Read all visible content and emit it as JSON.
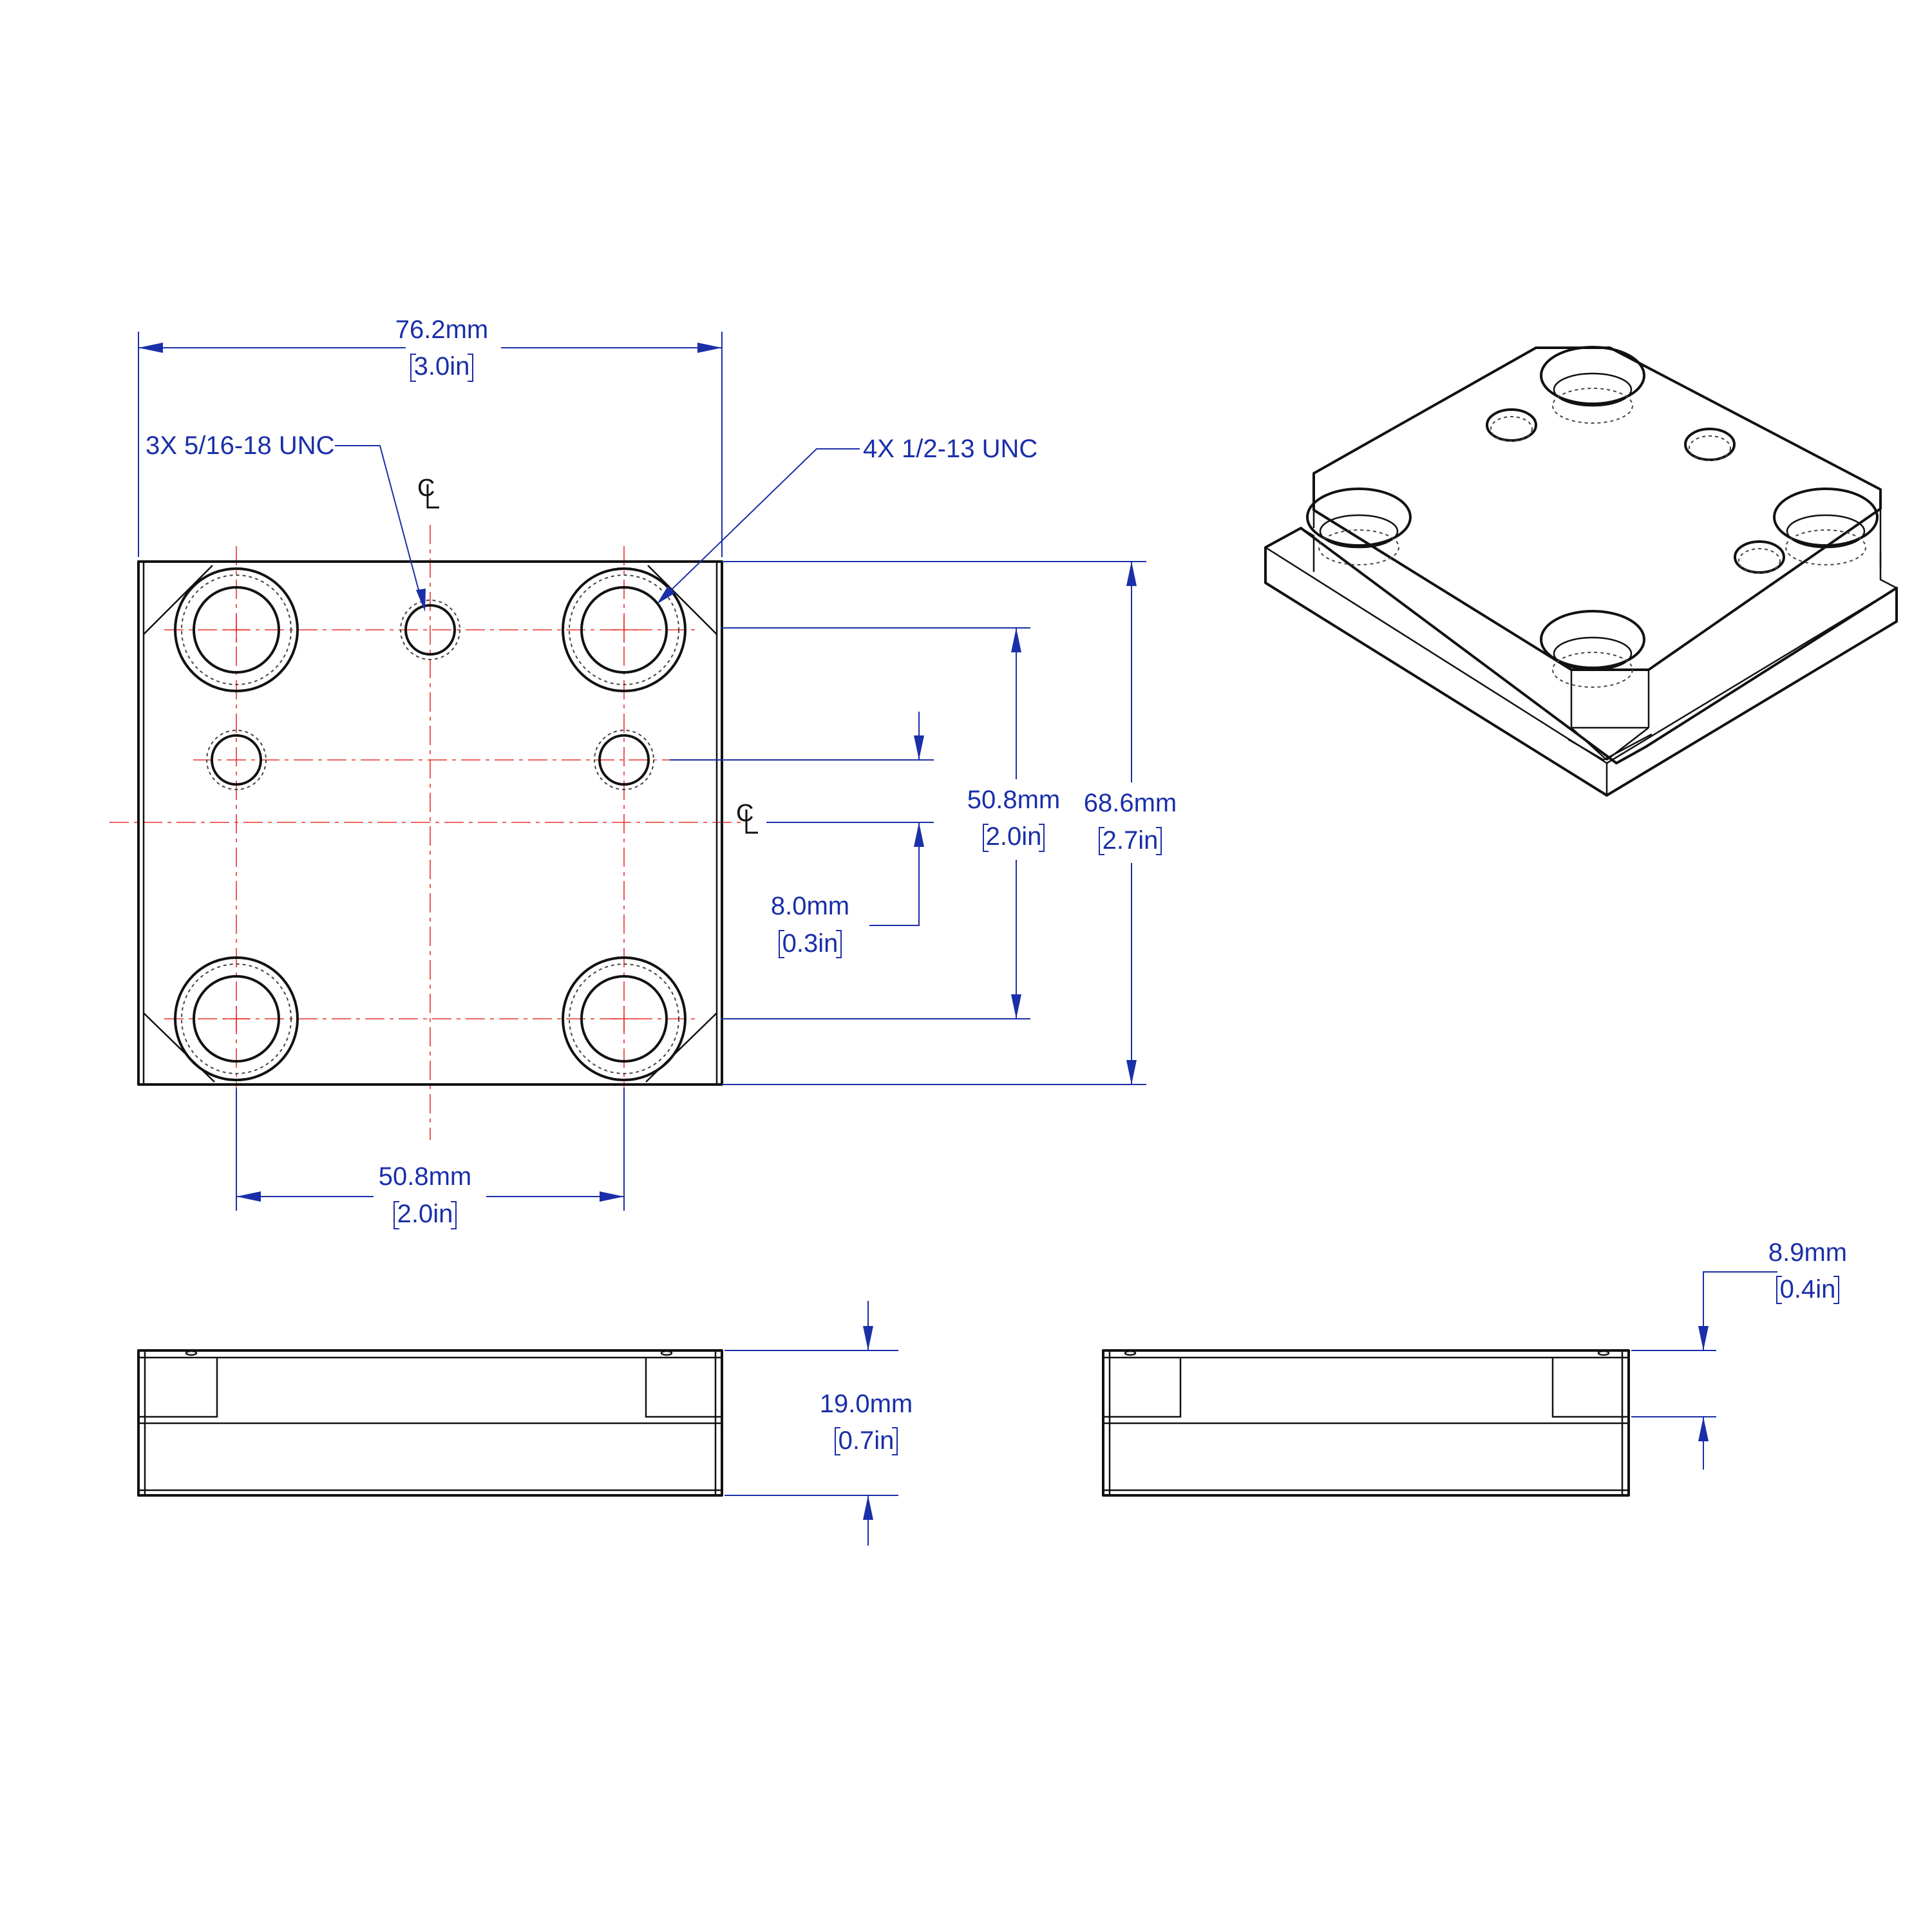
{
  "top_view": {
    "width_dim": {
      "mm": "76.2mm",
      "in": "3.0in"
    },
    "bottom_dim": {
      "mm": "50.8mm",
      "in": "2.0in"
    },
    "hole_spacing_dim": {
      "mm": "50.8mm",
      "in": "2.0in"
    },
    "height_dim": {
      "mm": "68.6mm",
      "in": "2.7in"
    },
    "offset_dim": {
      "mm": "8.0mm",
      "in": "0.3in"
    },
    "callout_small_holes": "3X 5/16-18 UNC",
    "callout_large_holes": "4X 1/2-13 UNC",
    "centerline_symbol": "C"
  },
  "side_view": {
    "thickness_dim": {
      "mm": "19.0mm",
      "in": "0.7in"
    }
  },
  "end_view": {
    "step_dim": {
      "mm": "8.9mm",
      "in": "0.4in"
    }
  }
}
